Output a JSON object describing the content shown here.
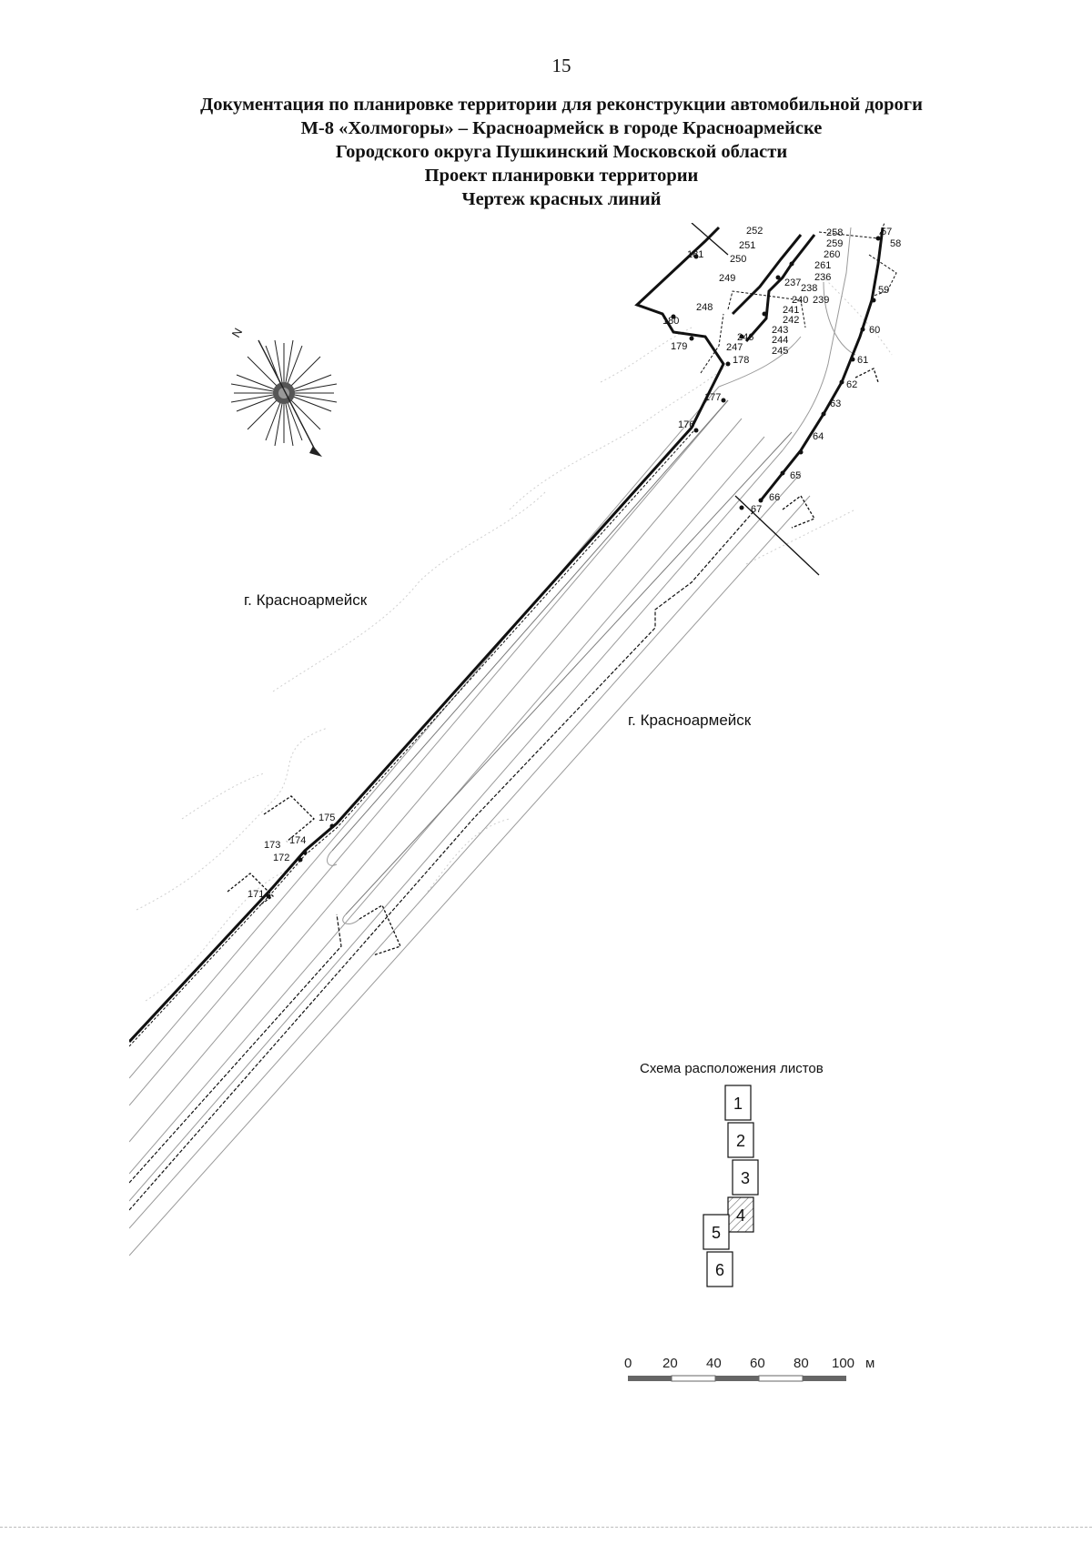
{
  "page_number": "15",
  "title_lines": [
    "Документация по планировке территории для реконструкции автомобильной дороги",
    "М-8 «Холмогоры» – Красноармейск в городе Красноармейске",
    "Городского округа Пушкинский Московской области",
    "Проект планировки территории",
    "Чертеж красных линий"
  ],
  "city_labels": [
    "г. Красноармейск",
    "г. Красноармейск"
  ],
  "compass_label": "N",
  "point_labels": {
    "left_line": [
      "181",
      "180",
      "179",
      "178",
      "177",
      "176",
      "175",
      "174",
      "173",
      "172",
      "171"
    ],
    "middle": [
      "252",
      "251",
      "250",
      "249",
      "248",
      "247",
      "246",
      "245",
      "244",
      "243",
      "242",
      "241",
      "240",
      "239",
      "238",
      "237",
      "236",
      "261",
      "260",
      "259",
      "258"
    ],
    "right_line": [
      "57",
      "58",
      "59",
      "60",
      "61",
      "62",
      "63",
      "64",
      "65",
      "66",
      "67"
    ]
  },
  "sheet_scheme": {
    "title": "Схема расположения листов",
    "sheets": [
      "1",
      "2",
      "3",
      "4",
      "5",
      "6"
    ],
    "current_sheet": "4"
  },
  "scale_bar": {
    "ticks": [
      "0",
      "20",
      "40",
      "60",
      "80",
      "100"
    ],
    "unit": "м"
  },
  "colors": {
    "line": "#111111",
    "road": "#8a8a8a",
    "terrain": "#c8c8c8",
    "hatch": "#777777"
  },
  "icons": [
    "compass-rose-icon",
    "north-arrow-icon"
  ]
}
